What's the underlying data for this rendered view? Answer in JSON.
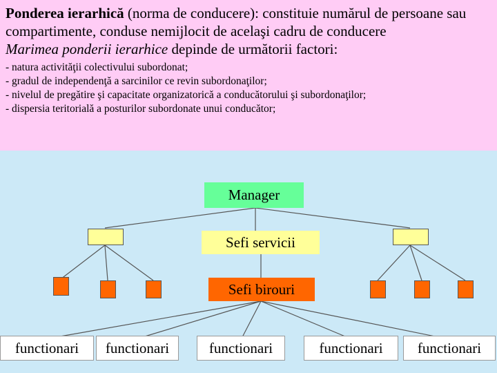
{
  "header": {
    "line1_bold": "Ponderea ierarhică",
    "line1_rest": " (norma de conducere): constituie numărul de persoane sau compartimente, conduse nemijlocit de acelaşi cadru de conducere",
    "line2_italic": "Marimea ponderii ierarhice",
    "line2_rest": " depinde de următorii factori:",
    "factors": [
      "- natura activităţii colectivului subordonat;",
      "- gradul de independenţă a sarcinilor ce revin subordonaţilor;",
      "- nivelul de pregătire şi capacitate organizatorică a conducătorului şi subordonaţilor;",
      "- dispersia teritorială a posturilor subordonate unui conducător;"
    ]
  },
  "diagram": {
    "manager": "Manager",
    "sefi_servicii": "Sefi servicii",
    "sefi_birouri": "Sefi birouri",
    "functionari": [
      "functionari",
      "functionari",
      "functionari",
      "functionari",
      "functionari"
    ]
  },
  "colors": {
    "top_bg": "#ffccf5",
    "bottom_bg": "#cce9f7",
    "manager": "#66ff99",
    "yellow": "#ffff99",
    "orange": "#ff6600"
  }
}
